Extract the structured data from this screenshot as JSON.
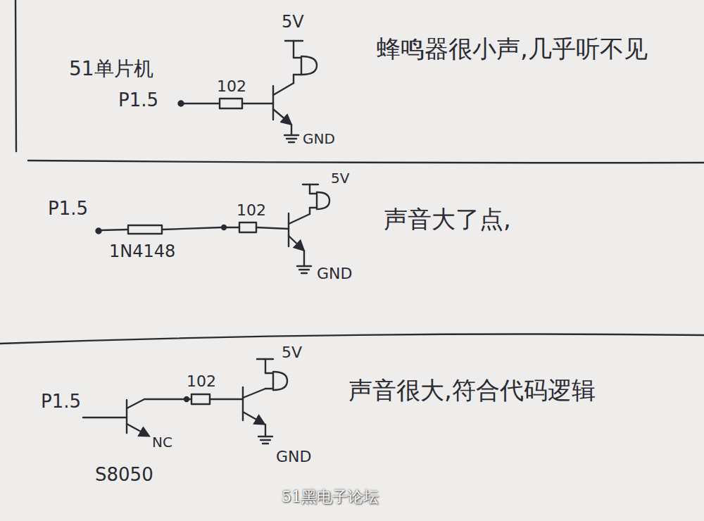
{
  "diagram": {
    "labels": [
      "5V",
      "51单片机",
      "P1.5",
      "102",
      "GND",
      "蜂鸣器很小声,几乎听不见",
      "5V",
      "P1.5",
      "102",
      "1N4148",
      "GND",
      "声音大了点,",
      "5V",
      "P1.5",
      "102",
      "NC",
      "S8050",
      "GND",
      "声音很大,符合代码逻辑",
      "51黑电子论坛"
    ]
  }
}
